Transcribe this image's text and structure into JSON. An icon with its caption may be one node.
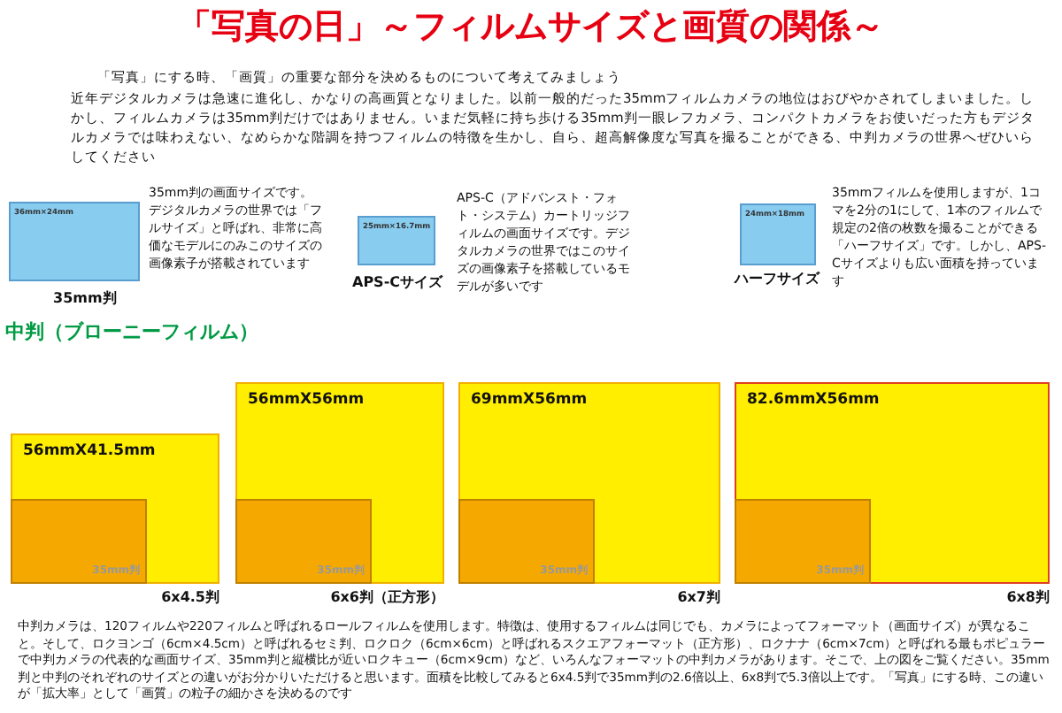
{
  "diagram": {
    "title": "「写真の日」～フィルムサイズと画質の関係～",
    "nodes": [
      {
        "text": [
          "36mm×24mm"
        ],
        "beside": [
          "35mm判"
        ]
      },
      {
        "text": [
          "25mm×16.7mm"
        ],
        "beside": [
          "APS-Cサイズ"
        ]
      },
      {
        "text": [
          "24mm×18mm"
        ],
        "beside": [
          "ハーフサイズ"
        ]
      },
      {
        "text": [
          "56mmX41.5mm"
        ],
        "beside": [
          "6x4.5判"
        ]
      },
      {
        "text": [
          "35mm判"
        ],
        "in": 3
      },
      {
        "text": [
          "56mmX56mm"
        ],
        "beside": [
          "6x6判（正方形）"
        ]
      },
      {
        "text": [
          "35mm判"
        ],
        "in": 5
      },
      {
        "text": [
          "69mmX56mm"
        ],
        "beside": [
          "6x7判"
        ]
      },
      {
        "text": [
          "35mm判"
        ],
        "in": 7
      },
      {
        "text": [
          "82.6mmX56mm"
        ],
        "beside": [
          "6x8判"
        ]
      },
      {
        "text": [
          "35mm判"
        ],
        "in": 9
      }
    ],
    "labels": [
      "「写真」にする時、「画質」の重要な部分を決めるものについて考えてみましょう",
      "近年デジタルカメラは急速に進化し、かなりの高画質となりました。以前一般的だった35mmフィルムカメラの地位はおびやかされてしまいました。しかし、フィルムカメラは35mm判だけではありません。いまだ気軽に持ち歩ける35mm判一眼レフカメラ、コンパクトカメラをお使いだった方もデジタルカメラでは味わえない、なめらかな階調を持つフィルムの特徴を生かし、自ら、超高解像度な写真を撮ることができる、中判カメラの世界へぜひいらしてください",
      "35mm判の画面サイズです。デジタルカメラの世界では「フルサイズ」と呼ばれ、非常に高価なモデルにのみこのサイズの画像素子が搭載されています",
      "APS-C（アドバンスト・フォト・システム）カートリッジフィルムの画面サイズです。デジタルカメラの世界ではこのサイズの画像素子を搭載しているモデルが多いです",
      "35mmフィルムを使用しますが、1コマを2分の1にして、1本のフィルムで規定の2倍の枚数を撮ることができる「ハーフサイズ」です。しかし、APS-Cサイズよりも広い面積を持っています",
      "中判（ブローニーフィルム）",
      "中判カメラは、120フィルムや220フィルムと呼ばれるロールフィルムを使用します。特徴は、使用するフィルムは同じでも、カメラによってフォーマット（画面サイズ）が異なること。そして、ロクヨンゴ（6cm×4.5cm）と呼ばれるセミ判、ロクロク（6cm×6cm）と呼ばれるスクエアフォーマット（正方形）、ロクナナ（6cm×7cm）と呼ばれる最もポピュラーで中判カメラの代表的な画面サイズ、35mm判と縦横比が近いロクキュー（6cm×9cm）など、いろんなフォーマットの中判カメラがあります。そこで、上の図をご覧ください。35mm判と中判のそれぞれのサイズとの違いがお分かりいただけると思います。面積を比較してみると6x4.5判で35mm判の2.6倍以上、6x8判で5.3倍以上です。「写真」にする時、この違いが「拡大率」として「画質」の粒子の細かさを決めるのです"
    ]
  }
}
